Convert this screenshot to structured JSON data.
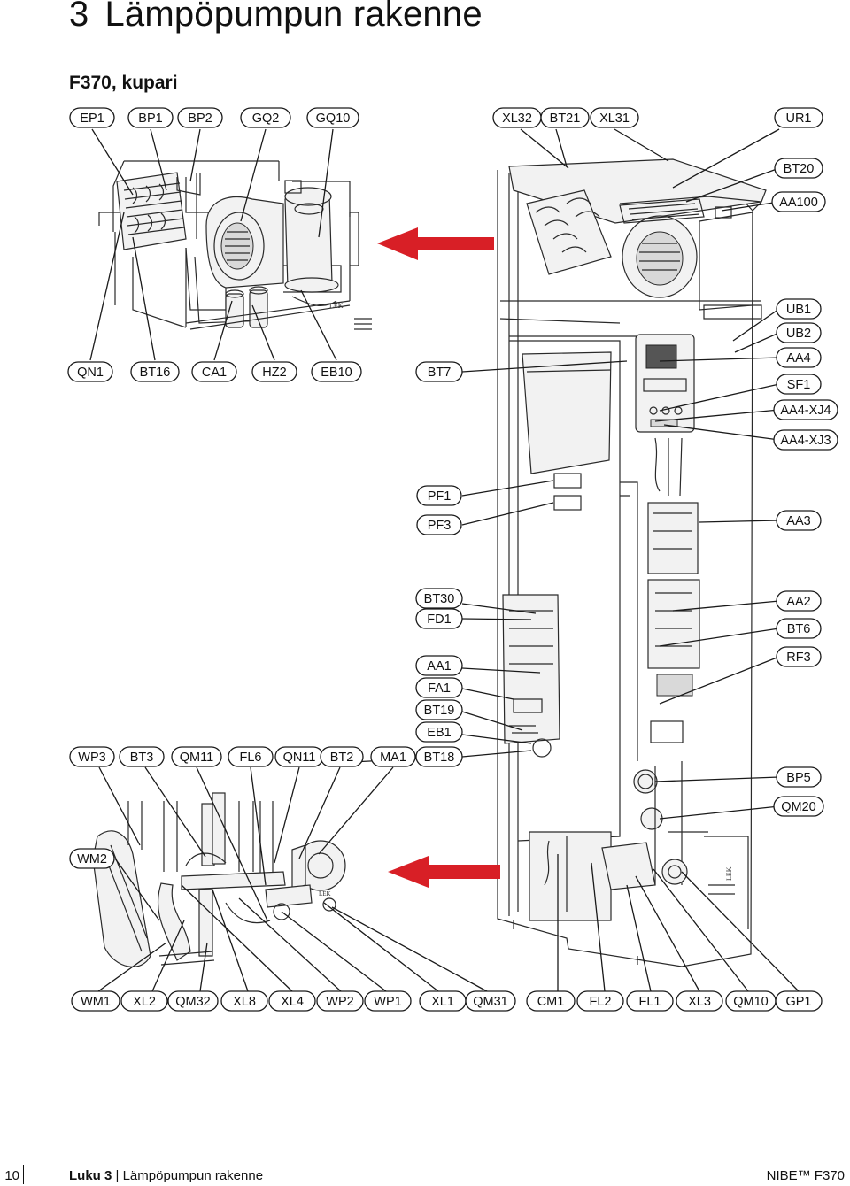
{
  "heading": {
    "number": "3",
    "title": "Lämpöpumpun rakenne"
  },
  "subtitle": "F370, kupari",
  "brand_mark": "LEK",
  "footer": {
    "page": "10",
    "chapter_label": "Luku 3",
    "separator": "|",
    "chapter_title": "Lämpöpumpun rakenne",
    "product": "NIBE™ F370"
  },
  "labels": {
    "EP1": "EP1",
    "BP1": "BP1",
    "BP2": "BP2",
    "GQ2": "GQ2",
    "GQ10": "GQ10",
    "XL32": "XL32",
    "BT21": "BT21",
    "XL31": "XL31",
    "UR1": "UR1",
    "BT20": "BT20",
    "AA100": "AA100",
    "UB1": "UB1",
    "UB2": "UB2",
    "AA4": "AA4",
    "SF1": "SF1",
    "AA4_XJ4": "AA4-XJ4",
    "AA4_XJ3": "AA4-XJ3",
    "QN1": "QN1",
    "BT16": "BT16",
    "CA1": "CA1",
    "HZ2": "HZ2",
    "EB10": "EB10",
    "BT7": "BT7",
    "PF1": "PF1",
    "PF3": "PF3",
    "AA3": "AA3",
    "BT30": "BT30",
    "FD1": "FD1",
    "AA2": "AA2",
    "BT6": "BT6",
    "AA1": "AA1",
    "FA1": "FA1",
    "RF3": "RF3",
    "BT19": "BT19",
    "EB1": "EB1",
    "WP3": "WP3",
    "BT3": "BT3",
    "QM11": "QM11",
    "FL6": "FL6",
    "QN11": "QN11",
    "BT2": "BT2",
    "MA1": "MA1",
    "BT18": "BT18",
    "BP5": "BP5",
    "QM20": "QM20",
    "WM2": "WM2",
    "WM1": "WM1",
    "XL2": "XL2",
    "QM32": "QM32",
    "XL8": "XL8",
    "XL4": "XL4",
    "WP2": "WP2",
    "WP1": "WP1",
    "XL1": "XL1",
    "QM31": "QM31",
    "CM1": "CM1",
    "FL2": "FL2",
    "FL1": "FL1",
    "XL3": "XL3",
    "QM10": "QM10",
    "GP1": "GP1"
  },
  "colors": {
    "arrow": "#d81f26",
    "line": "#1a1a1a"
  }
}
